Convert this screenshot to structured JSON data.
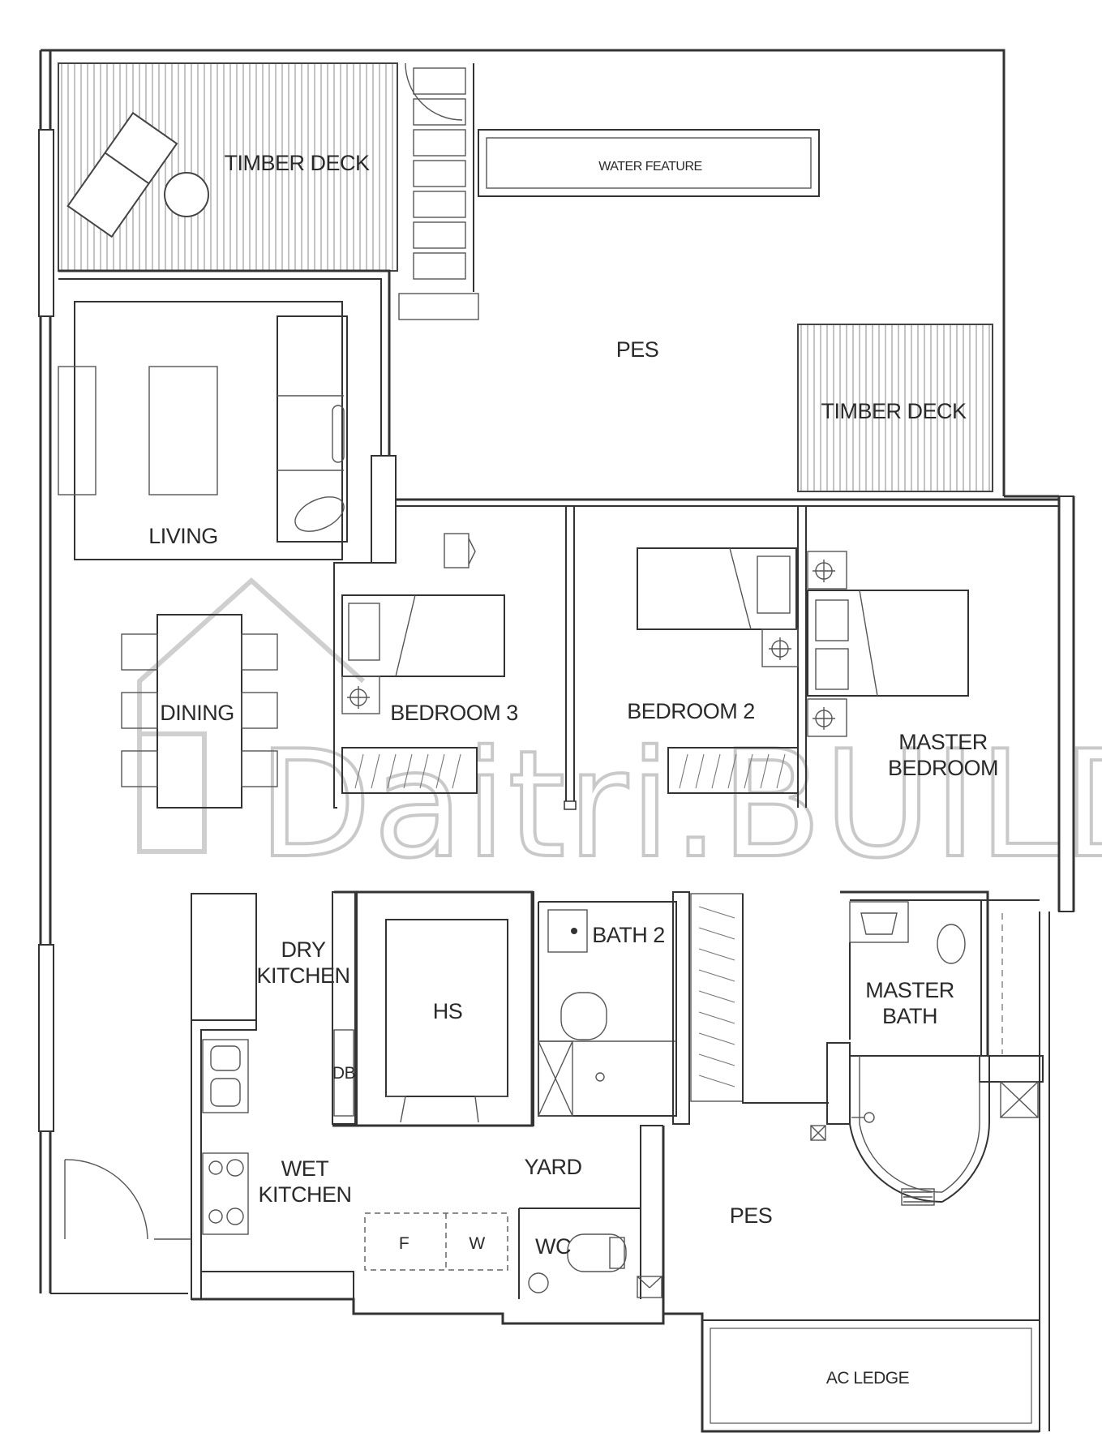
{
  "rooms": {
    "timber_deck_top": "TIMBER DECK",
    "water_feature": "WATER FEATURE",
    "pes_top": "PES",
    "timber_deck_right": "TIMBER DECK",
    "living": "LIVING",
    "dining": "DINING",
    "bedroom_3": "BEDROOM 3",
    "bedroom_2": "BEDROOM 2",
    "master_bedroom_line1": "MASTER",
    "master_bedroom_line2": "BEDROOM",
    "dry_kitchen_line1": "DRY",
    "dry_kitchen_line2": "KITCHEN",
    "hs": "HS",
    "db": "DB",
    "bath_2": "BATH 2",
    "master_bath_line1": "MASTER",
    "master_bath_line2": "BATH",
    "wet_kitchen_line1": "WET",
    "wet_kitchen_line2": "KITCHEN",
    "yard": "YARD",
    "fridge": "F",
    "washer": "W",
    "wc": "WC",
    "pes_bottom": "PES",
    "ac_ledge": "AC LEDGE"
  },
  "watermark": {
    "text": "Daitri.BUILD"
  }
}
